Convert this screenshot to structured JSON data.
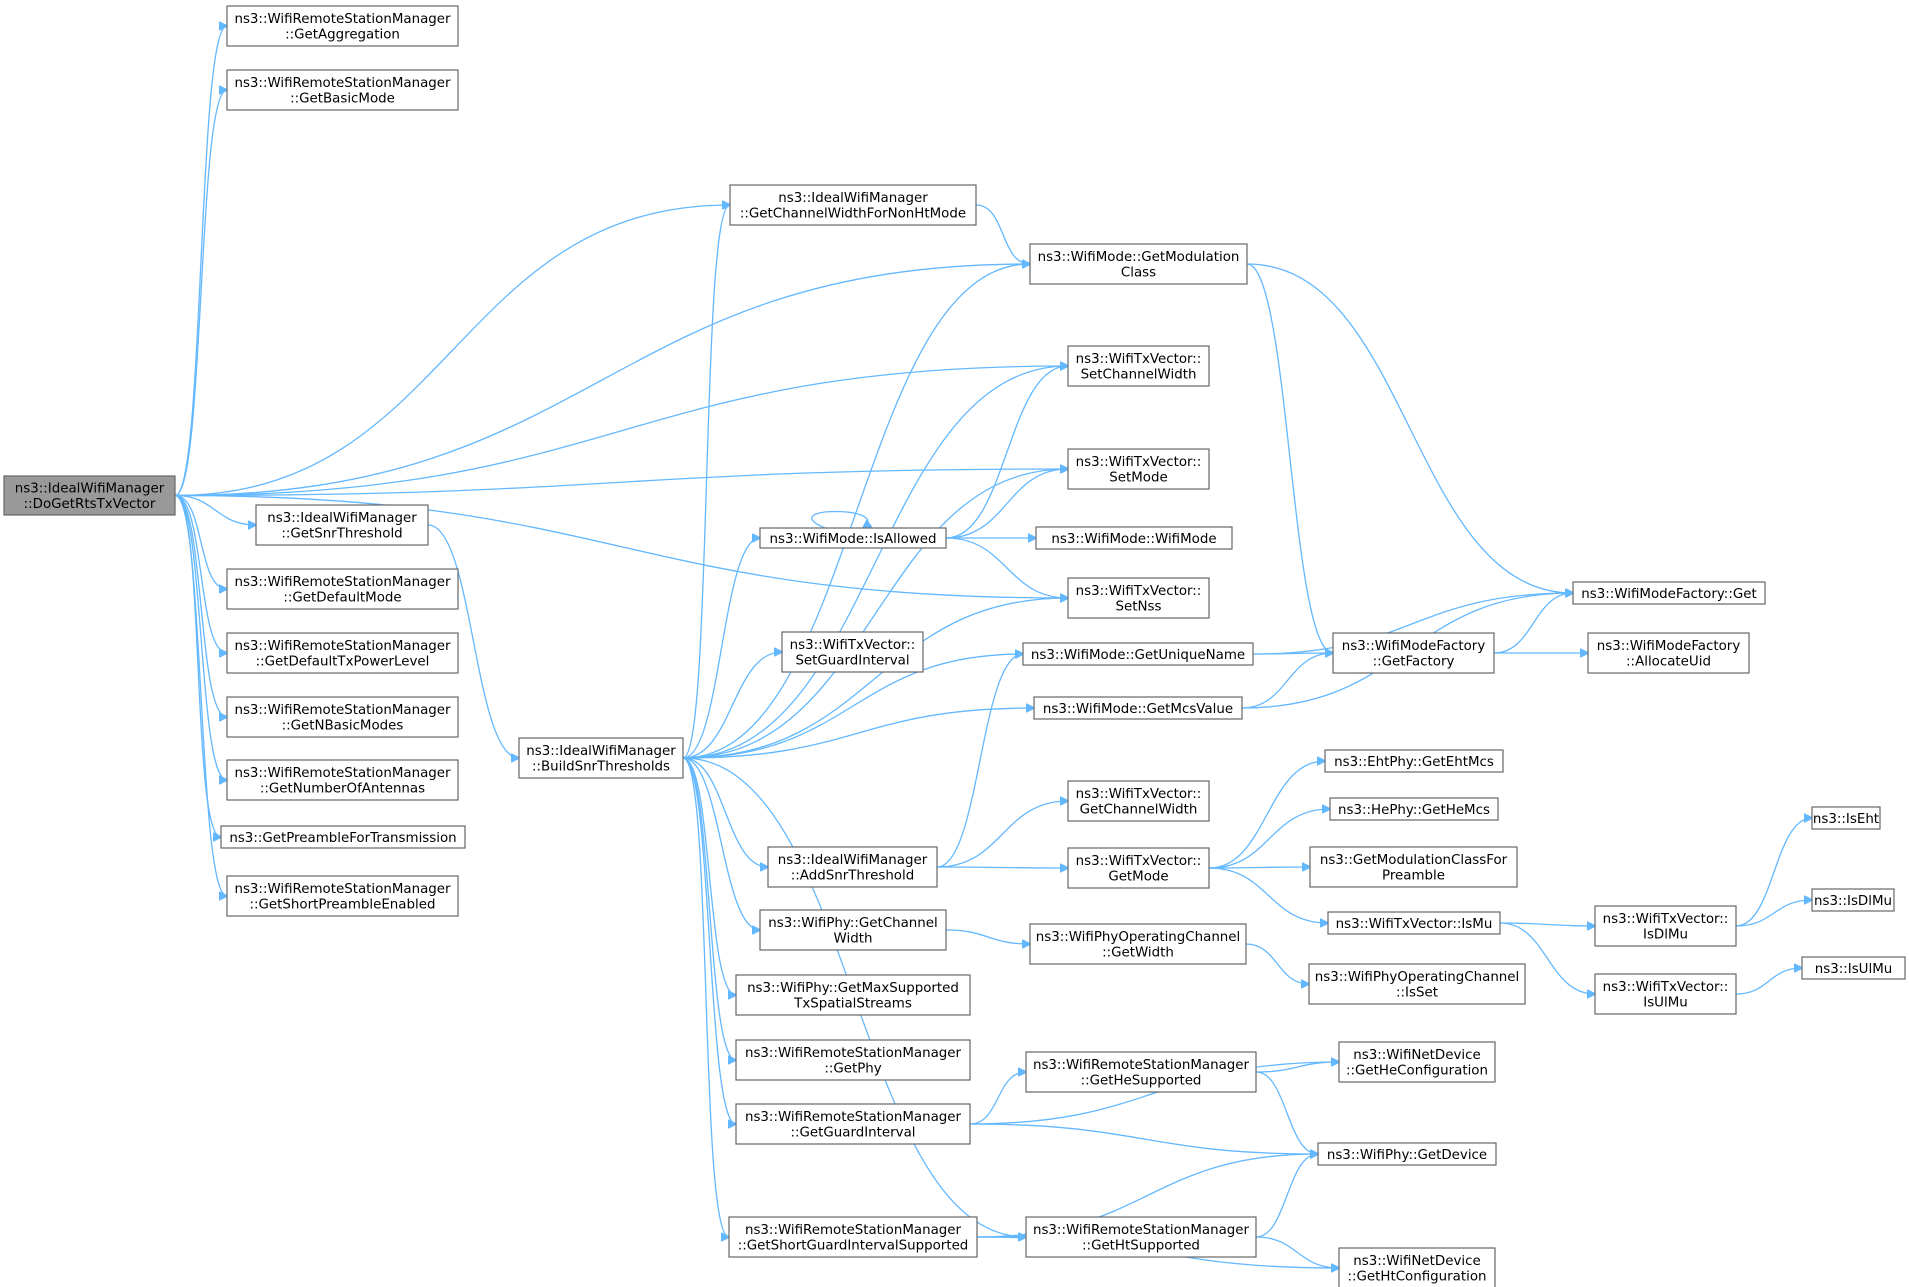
{
  "colors": {
    "edge": "#63b8ff",
    "root_fill": "#999999",
    "node_fill": "#ffffff",
    "border": "#666666"
  },
  "nodes": [
    {
      "id": "root",
      "lines": [
        "ns3::IdealWifiManager",
        "::DoGetRtsTxVector"
      ],
      "root": true
    },
    {
      "id": "getAggregation",
      "lines": [
        "ns3::WifiRemoteStationManager",
        "::GetAggregation"
      ]
    },
    {
      "id": "getBasicMode",
      "lines": [
        "ns3::WifiRemoteStationManager",
        "::GetBasicMode"
      ]
    },
    {
      "id": "getChannelWidthForNonHtMode",
      "lines": [
        "ns3::IdealWifiManager",
        "::GetChannelWidthForNonHtMode"
      ]
    },
    {
      "id": "getModulationClass",
      "lines": [
        "ns3::WifiMode::GetModulation",
        "Class"
      ]
    },
    {
      "id": "setChannelWidth",
      "lines": [
        "ns3::WifiTxVector::",
        "SetChannelWidth"
      ]
    },
    {
      "id": "setMode",
      "lines": [
        "ns3::WifiTxVector::",
        "SetMode"
      ]
    },
    {
      "id": "isAllowed",
      "lines": [
        "ns3::WifiMode::IsAllowed"
      ]
    },
    {
      "id": "wifiModeCtor",
      "lines": [
        "ns3::WifiMode::WifiMode"
      ]
    },
    {
      "id": "setNss",
      "lines": [
        "ns3::WifiTxVector::",
        "SetNss"
      ]
    },
    {
      "id": "getSnrThreshold",
      "lines": [
        "ns3::IdealWifiManager",
        "::GetSnrThreshold"
      ]
    },
    {
      "id": "getDefaultMode",
      "lines": [
        "ns3::WifiRemoteStationManager",
        "::GetDefaultMode"
      ]
    },
    {
      "id": "getDefaultTxPowerLevel",
      "lines": [
        "ns3::WifiRemoteStationManager",
        "::GetDefaultTxPowerLevel"
      ]
    },
    {
      "id": "getNBasicModes",
      "lines": [
        "ns3::WifiRemoteStationManager",
        "::GetNBasicModes"
      ]
    },
    {
      "id": "getNumberOfAntennas",
      "lines": [
        "ns3::WifiRemoteStationManager",
        "::GetNumberOfAntennas"
      ]
    },
    {
      "id": "getPreambleForTransmission",
      "lines": [
        "ns3::GetPreambleForTransmission"
      ]
    },
    {
      "id": "getShortPreambleEnabled",
      "lines": [
        "ns3::WifiRemoteStationManager",
        "::GetShortPreambleEnabled"
      ]
    },
    {
      "id": "buildSnrThresholds",
      "lines": [
        "ns3::IdealWifiManager",
        "::BuildSnrThresholds"
      ]
    },
    {
      "id": "setGuardInterval",
      "lines": [
        "ns3::WifiTxVector::",
        "SetGuardInterval"
      ]
    },
    {
      "id": "getUniqueName",
      "lines": [
        "ns3::WifiMode::GetUniqueName"
      ]
    },
    {
      "id": "getMcsValue",
      "lines": [
        "ns3::WifiMode::GetMcsValue"
      ]
    },
    {
      "id": "addSnrThreshold",
      "lines": [
        "ns3::IdealWifiManager",
        "::AddSnrThreshold"
      ]
    },
    {
      "id": "txGetChannelWidth",
      "lines": [
        "ns3::WifiTxVector::",
        "GetChannelWidth"
      ]
    },
    {
      "id": "txGetMode",
      "lines": [
        "ns3::WifiTxVector::",
        "GetMode"
      ]
    },
    {
      "id": "phyGetChannelWidth",
      "lines": [
        "ns3::WifiPhy::GetChannel",
        "Width"
      ]
    },
    {
      "id": "opChGetWidth",
      "lines": [
        "ns3::WifiPhyOperatingChannel",
        "::GetWidth"
      ]
    },
    {
      "id": "opChIsSet",
      "lines": [
        "ns3::WifiPhyOperatingChannel",
        "::IsSet"
      ]
    },
    {
      "id": "getMaxSupportedTxSpatialStreams",
      "lines": [
        "ns3::WifiPhy::GetMaxSupported",
        "TxSpatialStreams"
      ]
    },
    {
      "id": "getPhy",
      "lines": [
        "ns3::WifiRemoteStationManager",
        "::GetPhy"
      ]
    },
    {
      "id": "getGuardInterval",
      "lines": [
        "ns3::WifiRemoteStationManager",
        "::GetGuardInterval"
      ]
    },
    {
      "id": "getHeSupported",
      "lines": [
        "ns3::WifiRemoteStationManager",
        "::GetHeSupported"
      ]
    },
    {
      "id": "getHeConfiguration",
      "lines": [
        "ns3::WifiNetDevice",
        "::GetHeConfiguration"
      ]
    },
    {
      "id": "phyGetDevice",
      "lines": [
        "ns3::WifiPhy::GetDevice"
      ]
    },
    {
      "id": "getShortGuardIntervalSupported",
      "lines": [
        "ns3::WifiRemoteStationManager",
        "::GetShortGuardIntervalSupported"
      ]
    },
    {
      "id": "getHtSupported",
      "lines": [
        "ns3::WifiRemoteStationManager",
        "::GetHtSupported"
      ]
    },
    {
      "id": "getHtConfiguration",
      "lines": [
        "ns3::WifiNetDevice",
        "::GetHtConfiguration"
      ]
    },
    {
      "id": "factoryGet",
      "lines": [
        "ns3::WifiModeFactory::Get"
      ]
    },
    {
      "id": "getFactory",
      "lines": [
        "ns3::WifiModeFactory",
        "::GetFactory"
      ]
    },
    {
      "id": "allocateUid",
      "lines": [
        "ns3::WifiModeFactory",
        "::AllocateUid"
      ]
    },
    {
      "id": "getEhtMcs",
      "lines": [
        "ns3::EhtPhy::GetEhtMcs"
      ]
    },
    {
      "id": "getHeMcs",
      "lines": [
        "ns3::HePhy::GetHeMcs"
      ]
    },
    {
      "id": "getModulationClassForPreamble",
      "lines": [
        "ns3::GetModulationClassFor",
        "Preamble"
      ]
    },
    {
      "id": "isMu",
      "lines": [
        "ns3::WifiTxVector::IsMu"
      ]
    },
    {
      "id": "txIsDlMu",
      "lines": [
        "ns3::WifiTxVector::",
        "IsDlMu"
      ]
    },
    {
      "id": "txIsUlMu",
      "lines": [
        "ns3::WifiTxVector::",
        "IsUlMu"
      ]
    },
    {
      "id": "isEht",
      "lines": [
        "ns3::IsEht"
      ]
    },
    {
      "id": "isDlMu",
      "lines": [
        "ns3::IsDlMu"
      ]
    },
    {
      "id": "isUlMu",
      "lines": [
        "ns3::IsUlMu"
      ]
    }
  ],
  "edges": [
    [
      "root",
      "getAggregation"
    ],
    [
      "root",
      "getBasicMode"
    ],
    [
      "root",
      "getChannelWidthForNonHtMode"
    ],
    [
      "root",
      "getModulationClass"
    ],
    [
      "root",
      "setChannelWidth"
    ],
    [
      "root",
      "setMode"
    ],
    [
      "root",
      "setNss"
    ],
    [
      "root",
      "getSnrThreshold"
    ],
    [
      "root",
      "getDefaultMode"
    ],
    [
      "root",
      "getDefaultTxPowerLevel"
    ],
    [
      "root",
      "getNBasicModes"
    ],
    [
      "root",
      "getNumberOfAntennas"
    ],
    [
      "root",
      "getPreambleForTransmission"
    ],
    [
      "root",
      "getShortPreambleEnabled"
    ],
    [
      "getChannelWidthForNonHtMode",
      "getModulationClass"
    ],
    [
      "getModulationClass",
      "factoryGet"
    ],
    [
      "getModulationClass",
      "getFactory"
    ],
    [
      "getSnrThreshold",
      "buildSnrThresholds"
    ],
    [
      "buildSnrThresholds",
      "getChannelWidthForNonHtMode"
    ],
    [
      "buildSnrThresholds",
      "getModulationClass"
    ],
    [
      "buildSnrThresholds",
      "setChannelWidth"
    ],
    [
      "buildSnrThresholds",
      "setMode"
    ],
    [
      "buildSnrThresholds",
      "isAllowed"
    ],
    [
      "buildSnrThresholds",
      "setNss"
    ],
    [
      "buildSnrThresholds",
      "setGuardInterval"
    ],
    [
      "buildSnrThresholds",
      "getUniqueName"
    ],
    [
      "buildSnrThresholds",
      "getMcsValue"
    ],
    [
      "buildSnrThresholds",
      "addSnrThreshold"
    ],
    [
      "buildSnrThresholds",
      "phyGetChannelWidth"
    ],
    [
      "buildSnrThresholds",
      "getMaxSupportedTxSpatialStreams"
    ],
    [
      "buildSnrThresholds",
      "getPhy"
    ],
    [
      "buildSnrThresholds",
      "getGuardInterval"
    ],
    [
      "buildSnrThresholds",
      "getShortGuardIntervalSupported"
    ],
    [
      "buildSnrThresholds",
      "getHtSupported"
    ],
    [
      "isAllowed",
      "isAllowed"
    ],
    [
      "isAllowed",
      "setChannelWidth"
    ],
    [
      "isAllowed",
      "setMode"
    ],
    [
      "isAllowed",
      "wifiModeCtor"
    ],
    [
      "isAllowed",
      "setNss"
    ],
    [
      "getUniqueName",
      "getFactory"
    ],
    [
      "getUniqueName",
      "factoryGet"
    ],
    [
      "getMcsValue",
      "getFactory"
    ],
    [
      "getMcsValue",
      "factoryGet"
    ],
    [
      "getFactory",
      "factoryGet"
    ],
    [
      "getFactory",
      "allocateUid"
    ],
    [
      "addSnrThreshold",
      "getUniqueName"
    ],
    [
      "addSnrThreshold",
      "txGetChannelWidth"
    ],
    [
      "addSnrThreshold",
      "txGetMode"
    ],
    [
      "txGetMode",
      "getEhtMcs"
    ],
    [
      "txGetMode",
      "getHeMcs"
    ],
    [
      "txGetMode",
      "getModulationClassForPreamble"
    ],
    [
      "txGetMode",
      "isMu"
    ],
    [
      "isMu",
      "txIsDlMu"
    ],
    [
      "isMu",
      "txIsUlMu"
    ],
    [
      "txIsDlMu",
      "isEht"
    ],
    [
      "txIsDlMu",
      "isDlMu"
    ],
    [
      "txIsUlMu",
      "isUlMu"
    ],
    [
      "phyGetChannelWidth",
      "opChGetWidth"
    ],
    [
      "opChGetWidth",
      "opChIsSet"
    ],
    [
      "getGuardInterval",
      "getHeConfiguration"
    ],
    [
      "getGuardInterval",
      "getHeSupported"
    ],
    [
      "getGuardInterval",
      "phyGetDevice"
    ],
    [
      "getHeSupported",
      "getHeConfiguration"
    ],
    [
      "getHeSupported",
      "phyGetDevice"
    ],
    [
      "getShortGuardIntervalSupported",
      "phyGetDevice"
    ],
    [
      "getShortGuardIntervalSupported",
      "getHtSupported"
    ],
    [
      "getShortGuardIntervalSupported",
      "getHtConfiguration"
    ],
    [
      "getHtSupported",
      "phyGetDevice"
    ],
    [
      "getHtSupported",
      "getHtConfiguration"
    ]
  ]
}
